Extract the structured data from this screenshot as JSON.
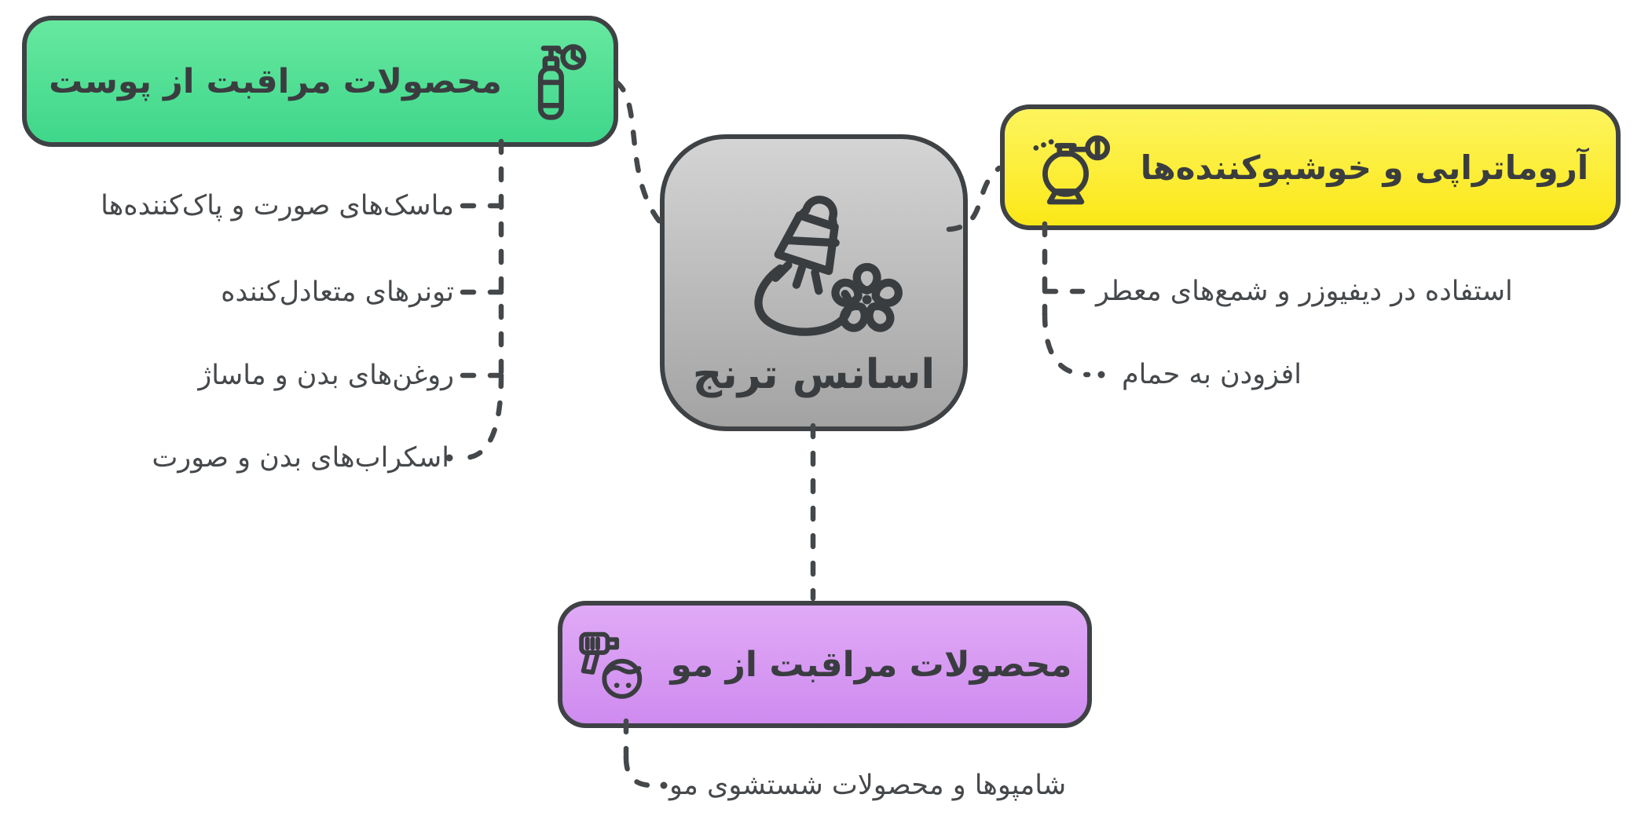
{
  "diagram": {
    "type": "mindmap",
    "background": "#ffffff",
    "center": {
      "label": "اسانس ترنج",
      "icon": "essence-bottle-flower-icon",
      "color_top": "#d4d4d4",
      "color_bottom": "#a3a3a3"
    },
    "branches": [
      {
        "id": "skin-care",
        "label": "محصولات مراقبت از پوست",
        "icon": "lotion-bottle-clock-icon",
        "color_top": "#66e89f",
        "color_bottom": "#3fd78b",
        "items": [
          "ماسک‌های صورت و پاک‌کننده‌ها",
          "تونرهای متعادل‌کننده",
          "روغن‌های بدن و ماساژ",
          "اسکراب‌های بدن و صورت"
        ]
      },
      {
        "id": "aromatherapy",
        "label": "آروماتراپی و خوشبوکننده‌ها",
        "icon": "perfume-atomizer-icon",
        "color_top": "#fdf45e",
        "color_bottom": "#fbe818",
        "items": [
          "استفاده در دیفیوزر و شمع‌های معطر",
          "افزودن به حمام"
        ]
      },
      {
        "id": "hair-care",
        "label": "محصولات مراقبت از مو",
        "icon": "hair-dryer-face-icon",
        "color_top": "#e0aaf6",
        "color_bottom": "#cf8bef",
        "items": [
          "شامپوها و محصولات شستشوی مو"
        ]
      }
    ],
    "style": {
      "node_border_color": "#3f4245",
      "title_text_color": "#3a3d40",
      "leaf_text_color": "#46494c",
      "connector_color": "#45484a"
    }
  }
}
